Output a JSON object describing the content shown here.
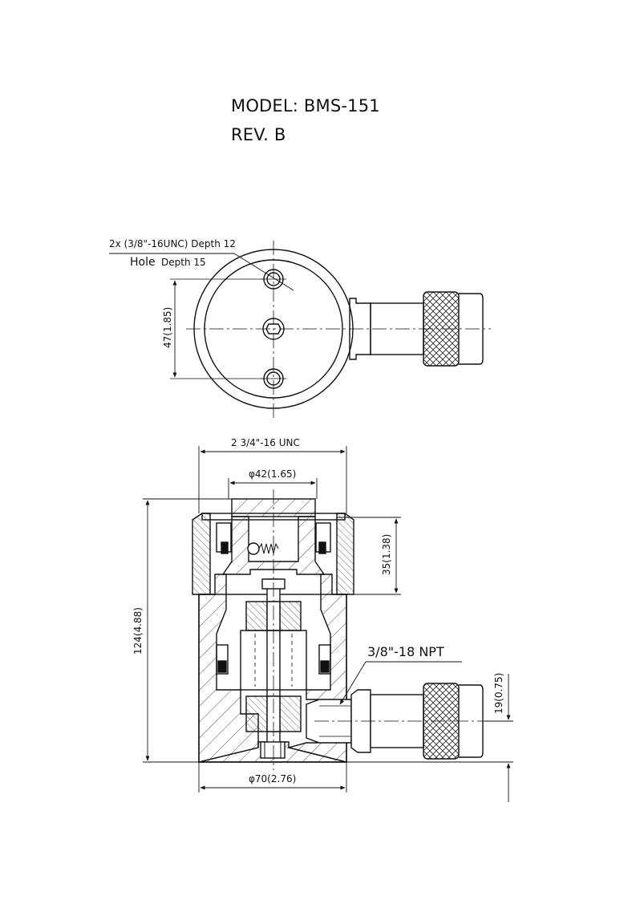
{
  "title": {
    "model": "MODEL: BMS-151",
    "revision": "REV. B"
  },
  "top_view": {
    "hole_callout_line1": "2x (3/8\"-16UNC) Depth 12",
    "hole_callout_line2_a": "Hole",
    "hole_callout_line2_b": "Depth 15",
    "hole_spacing": "47(1.85)"
  },
  "section_view": {
    "thread_outer": "2 3/4\"-16 UNC",
    "plunger_diameter": "φ42(1.65)",
    "stroke": "35(1.38)",
    "overall_height": "124(4.88)",
    "port_thread": "3/8\"-18 NPT",
    "port_offset": "19(0.75)",
    "body_diameter": "φ70(2.76)"
  },
  "colors": {
    "line": "#111111",
    "background": "#ffffff"
  }
}
